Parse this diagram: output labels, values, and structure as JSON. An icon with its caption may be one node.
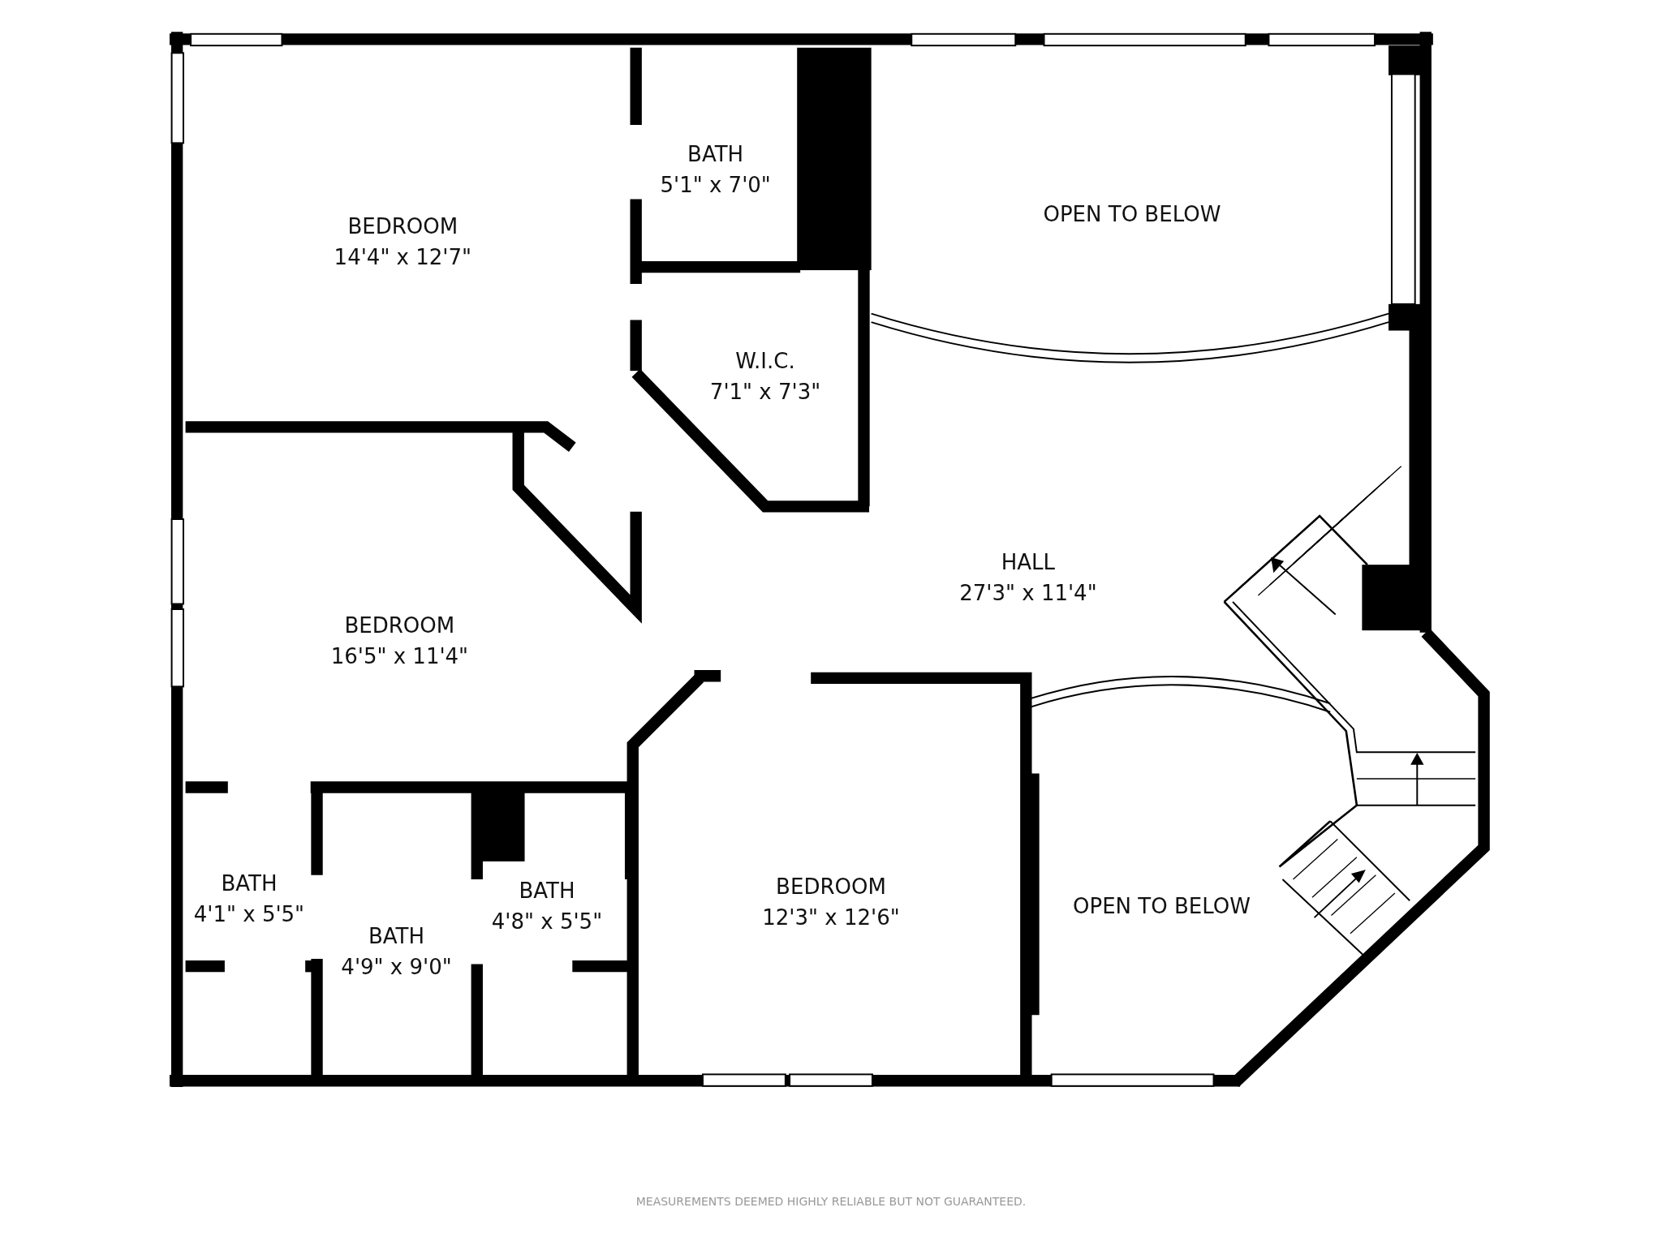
{
  "diagram": {
    "nodes": [
      {
        "text": [
          "BEDROOM",
          "14'4\" x 12'7\""
        ]
      },
      {
        "text": [
          "BATH",
          "5'1\" x 7'0\""
        ]
      },
      {
        "text": [
          "OPEN TO BELOW"
        ]
      },
      {
        "text": [
          "W.I.C.",
          "7'1\" x 7'3\""
        ]
      },
      {
        "text": [
          "HALL",
          "27'3\" x 11'4\""
        ]
      },
      {
        "text": [
          "BEDROOM",
          "16'5\" x 11'4\""
        ]
      },
      {
        "text": [
          "BATH",
          "4'1\" x 5'5\""
        ]
      },
      {
        "text": [
          "BATH",
          "4'9\" x 9'0\""
        ]
      },
      {
        "text": [
          "BATH",
          "4'8\" x 5'5\""
        ]
      },
      {
        "text": [
          "BEDROOM",
          "12'3\" x 12'6\""
        ]
      },
      {
        "text": [
          "OPEN TO BELOW"
        ]
      }
    ],
    "labels": [
      "MEASUREMENTS DEEMED HIGHLY RELIABLE BUT NOT GUARANTEED."
    ]
  }
}
